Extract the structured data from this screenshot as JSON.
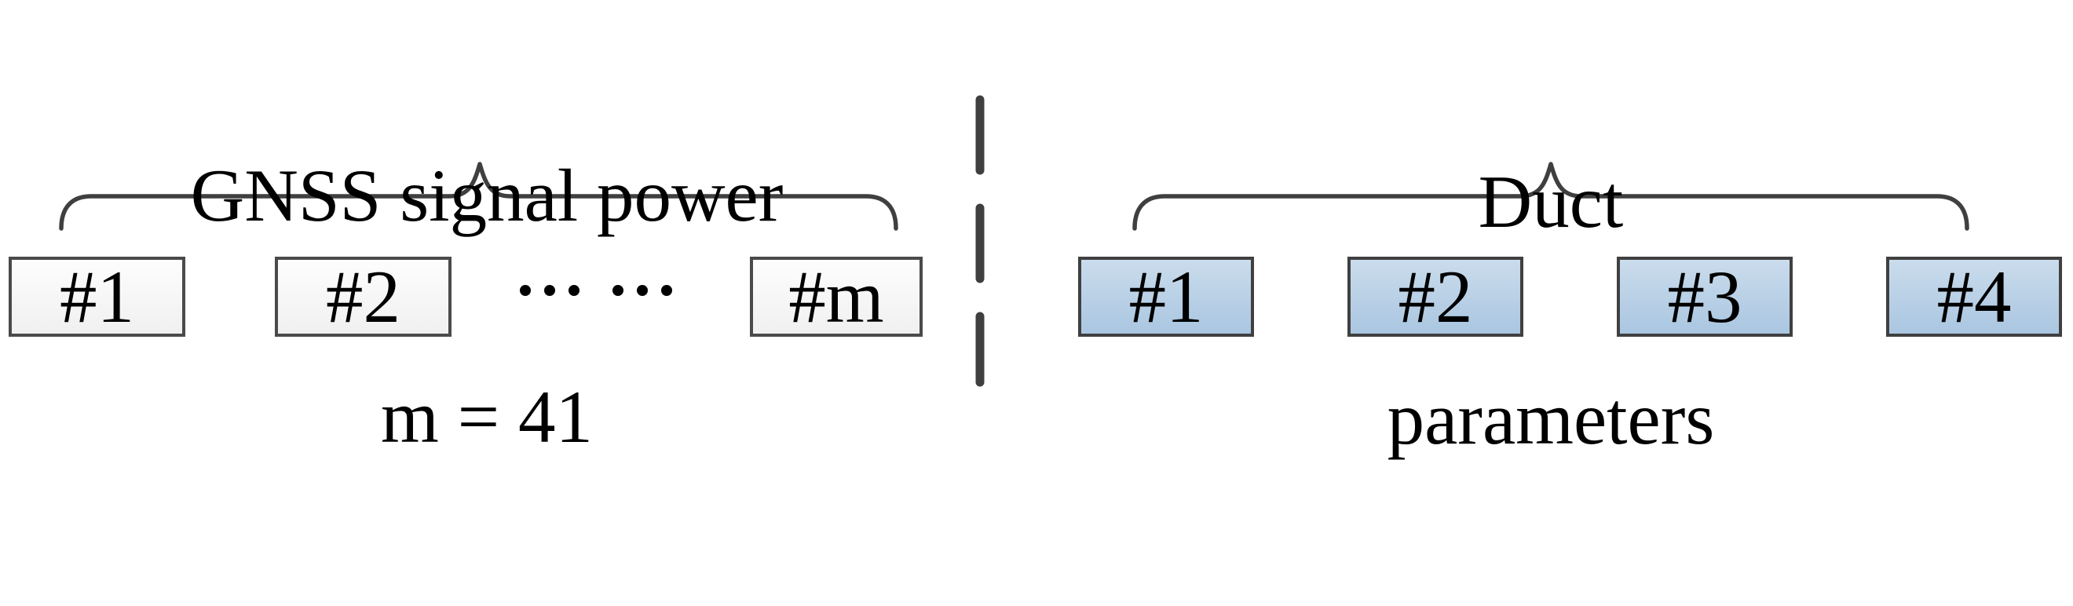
{
  "figure": {
    "left_group": {
      "title": "GNSS signal power",
      "subtitle": "m = 41",
      "box_labels": [
        "#1",
        "#2",
        "#m"
      ],
      "ellipsis_groups": [
        3,
        3
      ]
    },
    "right_group": {
      "title": "Duct",
      "subtitle": "parameters",
      "box_labels": [
        "#1",
        "#2",
        "#3",
        "#4"
      ]
    },
    "colors": {
      "stroke": "#3f3f3f",
      "left_box_fill_top": "#fdfdfd",
      "left_box_fill_bottom": "#f0f0f0",
      "left_box_border": "#4a4a4a",
      "right_box_fill_top": "#cadcec",
      "right_box_fill_bottom": "#aac6e1",
      "right_box_border": "#404040",
      "text": "#000000"
    }
  }
}
